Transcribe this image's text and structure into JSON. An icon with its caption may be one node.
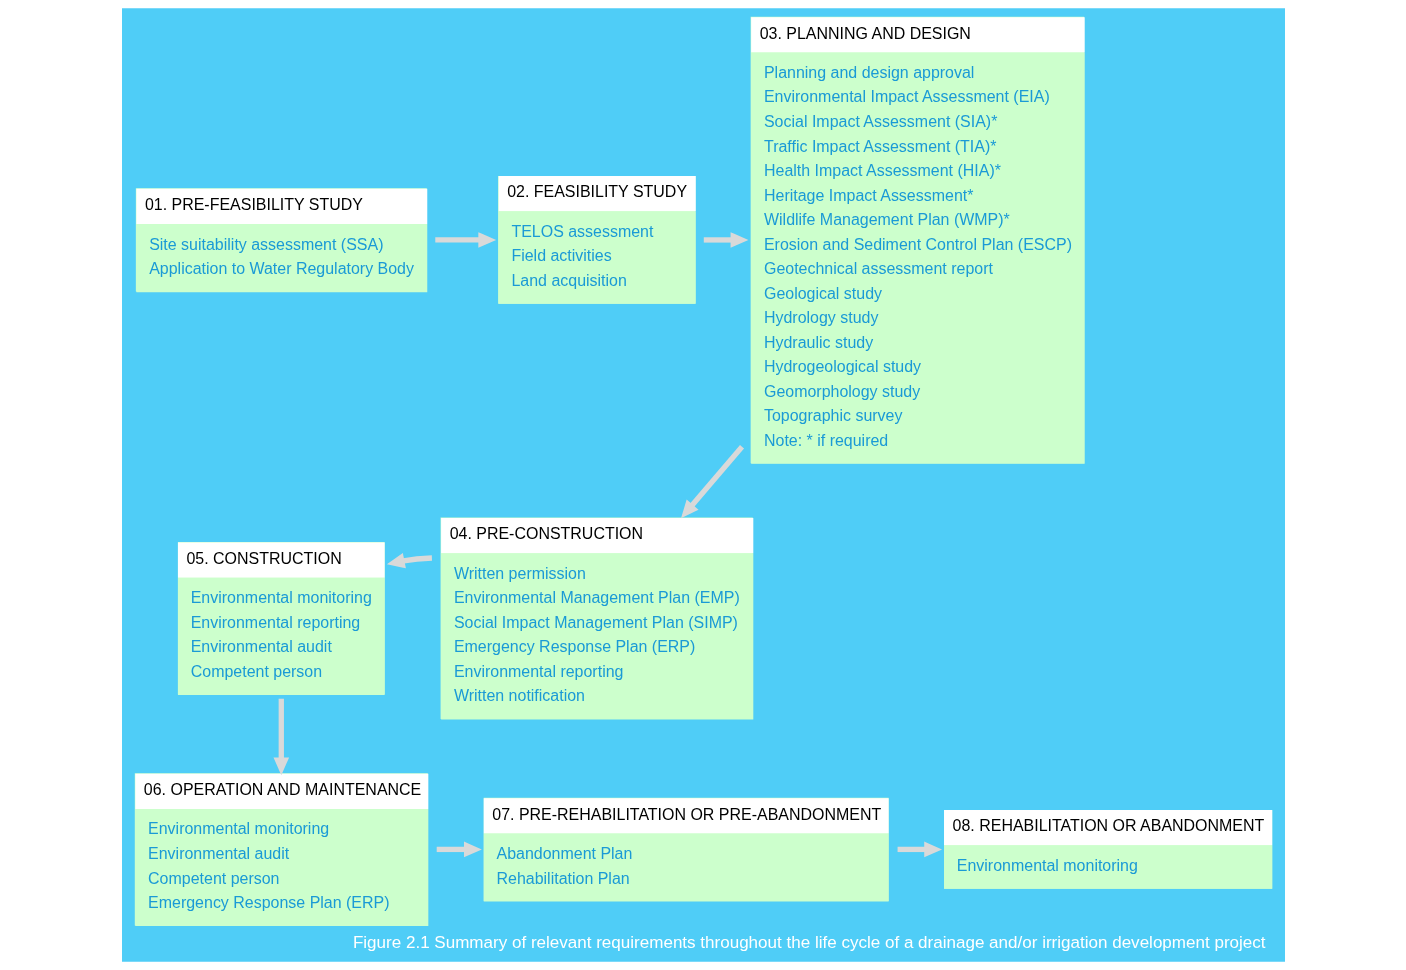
{
  "diagram": {
    "caption": "Figure 2.1 Summary of relevant requirements throughout the life cycle of a drainage and/or irrigation development project",
    "nodes": [
      {
        "text": [
          "01. PRE-FEASIBILITY STUDY",
          "Site suitability assessment (SSA)",
          "Application to Water Regulatory Body"
        ]
      },
      {
        "text": [
          "02. FEASIBILITY STUDY",
          "TELOS assessment",
          "Field activities",
          "Land acquisition"
        ]
      },
      {
        "text": [
          "03. PLANNING AND DESIGN",
          "Planning and design approval",
          "Environmental Impact Assessment (EIA)",
          "Social Impact Assessment (SIA)*",
          "Traffic Impact Assessment (TIA)*",
          "Health Impact Assessment (HIA)*",
          "Heritage Impact Assessment*",
          "Wildlife Management Plan (WMP)*",
          "Erosion and Sediment Control Plan (ESCP)",
          "Geotechnical assessment report",
          "Geological study",
          "Hydrology study",
          "Hydraulic study",
          "Hydrogeological study",
          "Geomorphology study",
          "Topographic survey",
          "Note: * if required"
        ]
      },
      {
        "text": [
          "04. PRE-CONSTRUCTION",
          "Written permission",
          "Environmental Management Plan (EMP)",
          "Social Impact Management Plan (SIMP)",
          "Emergency Response Plan (ERP)",
          "Environmental reporting",
          "Written notification"
        ]
      },
      {
        "text": [
          "05. CONSTRUCTION",
          "Environmental monitoring",
          "Environmental reporting",
          "Environmental audit",
          "Competent person"
        ]
      },
      {
        "text": [
          "06. OPERATION AND MAINTENANCE",
          "Environmental monitoring",
          "Environmental audit",
          "Competent person",
          "Emergency Response Plan (ERP)"
        ]
      },
      {
        "text": [
          "07. PRE-REHABILITATION OR PRE-ABANDONMENT",
          "Abandonment Plan",
          "Rehabilitation Plan"
        ]
      },
      {
        "text": [
          "08. REHABILITATION OR ABANDONMENT",
          "Environmental monitoring"
        ]
      }
    ],
    "edges": [
      {
        "from": 0,
        "to": 1,
        "arrow": "to"
      },
      {
        "from": 1,
        "to": 2,
        "arrow": "to"
      },
      {
        "from": 2,
        "to": 3,
        "arrow": "to"
      },
      {
        "from": 3,
        "to": 4,
        "arrow": "to"
      },
      {
        "from": 4,
        "to": 5,
        "arrow": "to"
      },
      {
        "from": 5,
        "to": 6,
        "arrow": "to"
      },
      {
        "from": 6,
        "to": 7,
        "arrow": "to"
      }
    ]
  }
}
